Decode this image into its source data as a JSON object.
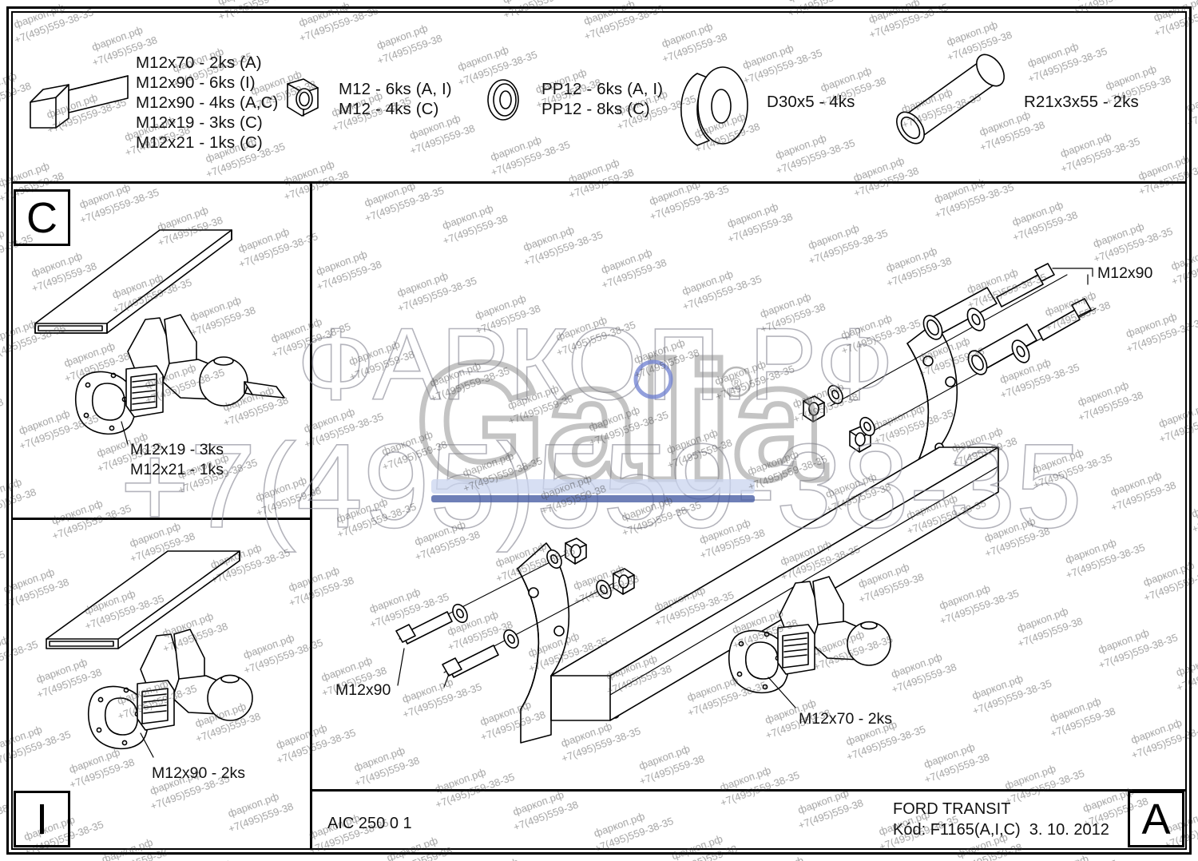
{
  "document": {
    "drawing_number": "AIC 250 0 1",
    "vehicle": "FORD TRANSIT",
    "code_line": "Kód: F1165(A,I,C)  3. 10. 2012",
    "sheet_letter": "A"
  },
  "parts_list": {
    "bolt": {
      "icon": "hex-bolt-icon",
      "lines": "M12x70 - 2ks (A)\nM12x90 - 6ks (I)\nM12x90 - 4ks (A,C)\nM12x19 - 3ks (C)\nM12x21 - 1ks (C)"
    },
    "nut": {
      "icon": "hex-nut-icon",
      "lines": "M12 - 6ks (A, I)\nM12 - 4ks (C)"
    },
    "washer": {
      "icon": "flat-washer-icon",
      "lines": "PP12 - 6ks (A, I)\nPP12 - 8ks (C)"
    },
    "spacer_disc": {
      "icon": "thick-washer-icon",
      "lines": "D30x5 - 4ks"
    },
    "tube": {
      "icon": "spacer-tube-icon",
      "lines": "R21x3x55 - 2ks"
    }
  },
  "panels": {
    "variant_c": {
      "letter": "C",
      "callout_1": "M12x19 - 3ks",
      "callout_2": "M12x21 - 1ks"
    },
    "variant_i": {
      "letter": "I",
      "callout_1": "M12x90 - 2ks"
    },
    "main_a": {
      "callout_top_right": "M12x90",
      "callout_bottom_left": "M12x90",
      "callout_bottom_right": "M12x70 - 2ks"
    }
  },
  "watermark": {
    "tile_line_1": "фаркоп.рф",
    "tile_line_2": "+7(495)559-38-35",
    "big_text_top": "ФАРКОП.РФ",
    "big_text_bottom": "+7(495)559-38-35",
    "logo_text": "Galia",
    "logo_mark": "®"
  }
}
